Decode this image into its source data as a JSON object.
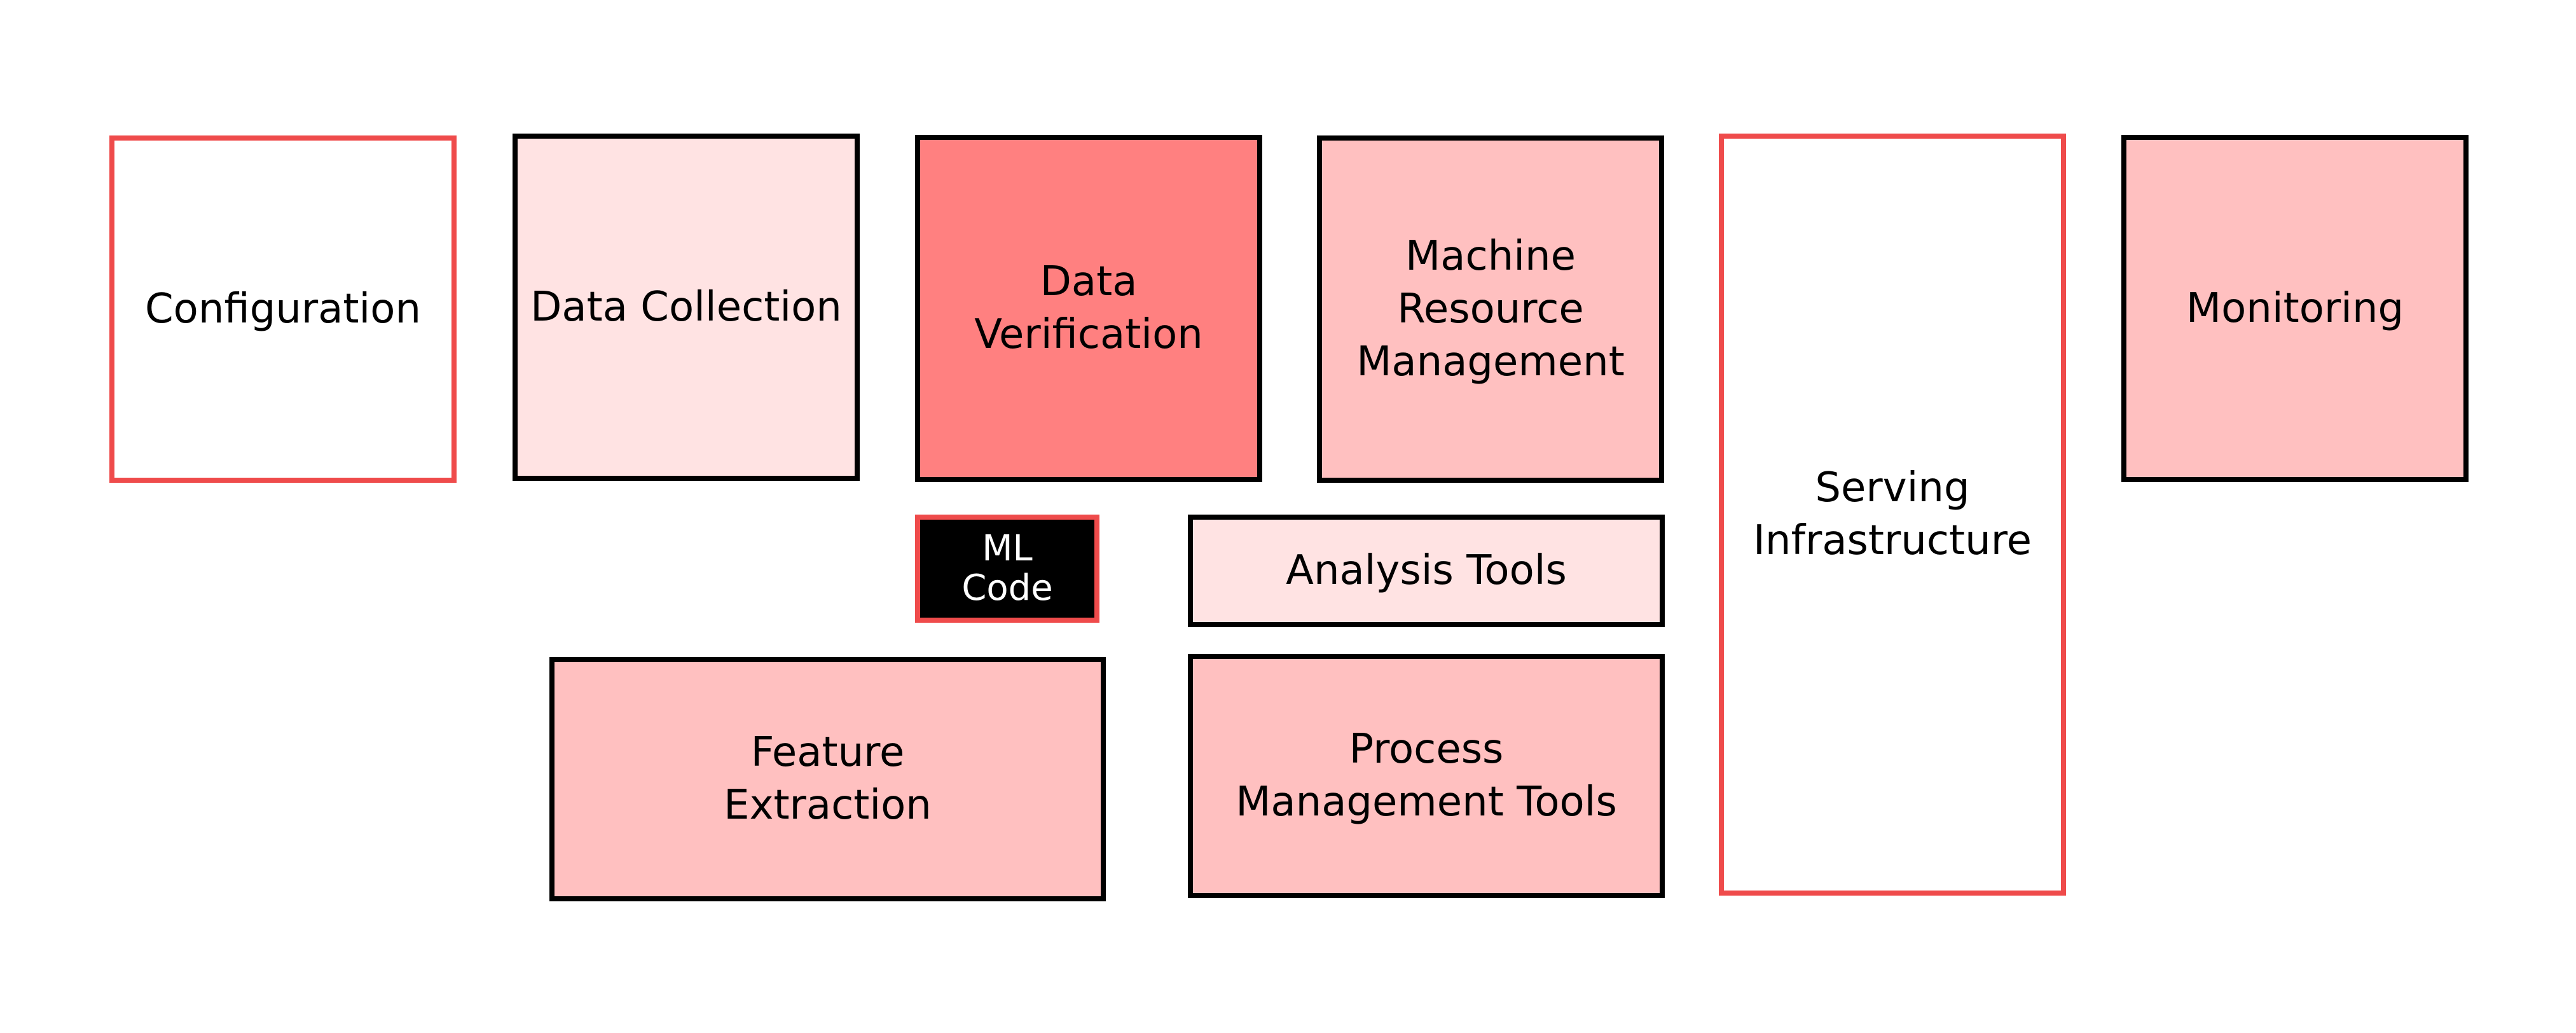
{
  "boxes": [
    {
      "id": "configuration",
      "label": "Configuration",
      "fill": "#ffffff",
      "border": "#ef4b4b",
      "text": "#000000"
    },
    {
      "id": "data-collection",
      "label": "Data Collection",
      "fill": "#ffe3e3",
      "border": "#000000",
      "text": "#000000"
    },
    {
      "id": "data-verification",
      "label": "Data\nVerification",
      "fill": "#ff8080",
      "border": "#000000",
      "text": "#000000"
    },
    {
      "id": "machine-resource-management",
      "label": "Machine\nResource\nManagement",
      "fill": "#ffc0c0",
      "border": "#000000",
      "text": "#000000"
    },
    {
      "id": "serving-infrastructure",
      "label": "Serving\nInfrastructure",
      "fill": "#ffffff",
      "border": "#ef4b4b",
      "text": "#000000"
    },
    {
      "id": "monitoring",
      "label": "Monitoring",
      "fill": "#ffc0c0",
      "border": "#000000",
      "text": "#000000"
    },
    {
      "id": "ml-code",
      "label": "ML\nCode",
      "fill": "#000000",
      "border": "#ef4b4b",
      "text": "#ffffff"
    },
    {
      "id": "analysis-tools",
      "label": "Analysis Tools",
      "fill": "#ffe3e3",
      "border": "#000000",
      "text": "#000000"
    },
    {
      "id": "feature-extraction",
      "label": "Feature\nExtraction",
      "fill": "#ffc0c0",
      "border": "#000000",
      "text": "#000000"
    },
    {
      "id": "process-management-tools",
      "label": "Process\nManagement Tools",
      "fill": "#ffc0c0",
      "border": "#000000",
      "text": "#000000"
    }
  ]
}
